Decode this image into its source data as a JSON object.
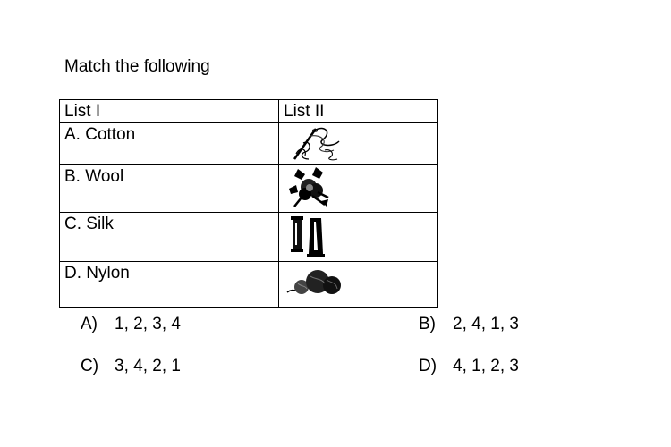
{
  "question": {
    "title": "Match the following"
  },
  "table": {
    "header": {
      "col1": "List I",
      "col2": "List II"
    },
    "rows": [
      {
        "label": "A. Cotton",
        "image_icon": "sewing-needle-thread-icon"
      },
      {
        "label": "B. Wool",
        "image_icon": "cotton-boll-icon"
      },
      {
        "label": "C. Silk",
        "image_icon": "thread-spools-icon"
      },
      {
        "label": "D. Nylon",
        "image_icon": "yarn-balls-icon"
      }
    ]
  },
  "options": [
    {
      "label": "A)",
      "value": "1, 2, 3, 4"
    },
    {
      "label": "B)",
      "value": "2, 4, 1, 3"
    },
    {
      "label": "C)",
      "value": "3, 4, 2, 1"
    },
    {
      "label": "D)",
      "value": "4, 1, 2, 3"
    }
  ]
}
